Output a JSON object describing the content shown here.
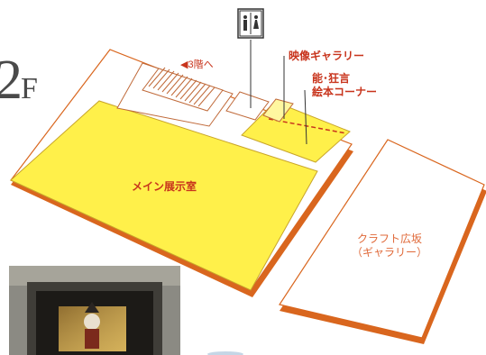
{
  "floor": {
    "number": "2",
    "suffix": "F"
  },
  "labels": {
    "stairs_up": "◀3階へ",
    "video_gallery": "映像ギャラリー",
    "noh_kyogen_line1": "能･狂言",
    "noh_kyogen_line2": "絵本コーナー",
    "main_hall": "メイン展示室",
    "craft_plaza_line1": "クラフト広坂",
    "craft_plaza_line2": "（ギャラリー）"
  },
  "icons": {
    "restroom": "restroom-icon"
  },
  "colors": {
    "exhibit_yellow": "#fff04a",
    "floor_edge_orange": "#d9661e",
    "label_red": "#c8341c",
    "craft_label": "#e06a3a"
  }
}
